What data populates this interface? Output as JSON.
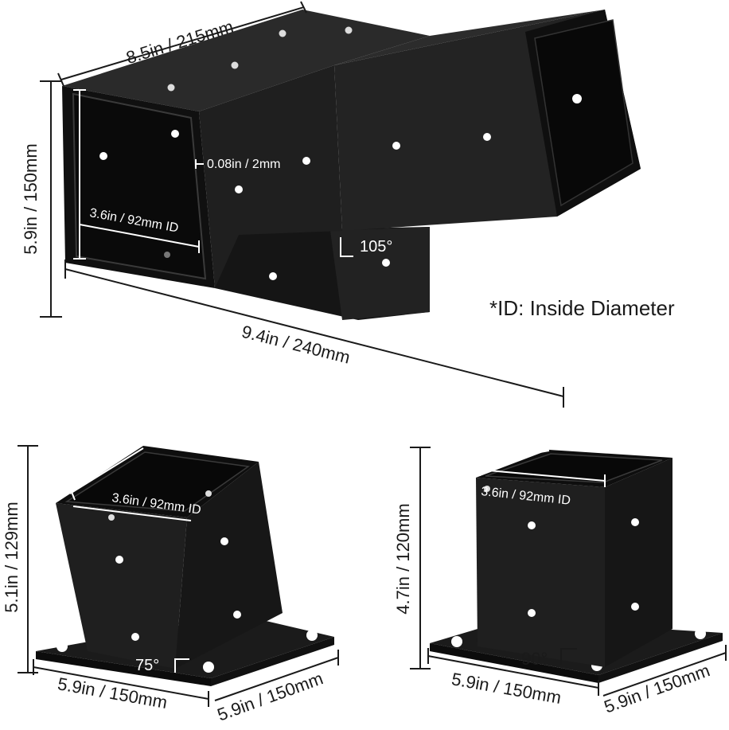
{
  "top_bracket": {
    "width_label": "8.5in / 215mm",
    "height_label": "5.9in / 150mm",
    "length_label": "9.4in / 240mm",
    "thickness_label": "0.08in / 2mm",
    "inner_label": "3.6in / 92mm ID",
    "angle_label": "105°"
  },
  "note": "*ID: Inside Diameter",
  "left_base": {
    "height_label": "5.1in / 129mm",
    "inner_label": "3.6in / 92mm ID",
    "angle_label": "75°",
    "base_front_label": "5.9in / 150mm",
    "base_side_label": "5.9in / 150mm"
  },
  "right_base": {
    "height_label": "4.7in / 120mm",
    "inner_label": "3.6in / 92mm ID",
    "angle_label": "90°",
    "base_front_label": "5.9in / 150mm",
    "base_side_label": "5.9in / 150mm"
  },
  "colors": {
    "steel": "#1b1b1b",
    "steel_light": "#2c2c2c",
    "steel_dark": "#0c0c0c",
    "text": "#1a1a1a"
  }
}
